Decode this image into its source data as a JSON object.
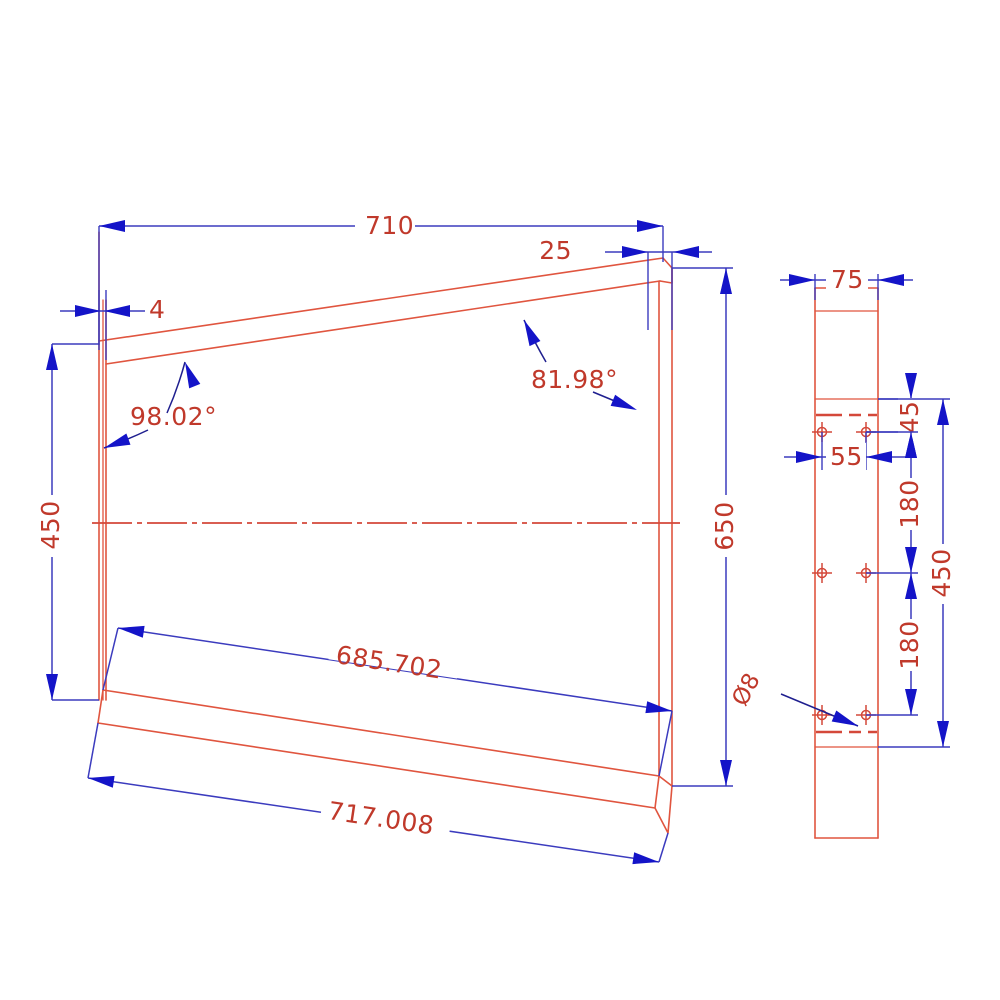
{
  "drawing": {
    "title": "Bracket / Stand Leg Technical Drawing",
    "background_color": "#ffffff",
    "geometry_color": "#e0553f",
    "dimension_color": "#1414c8",
    "text_color": "#c0392b"
  },
  "front_view": {
    "name": "front-elevation-view",
    "dimensions": {
      "top_overall": "710",
      "top_right_offset": "25",
      "top_left_offset": "4",
      "left_height": "450",
      "right_height": "650",
      "lower_inner_length": "685.702",
      "lower_outer_length": "717.008",
      "angle_left": "98.02°",
      "angle_right": "81.98°"
    }
  },
  "side_view": {
    "name": "side-section-view",
    "dimensions": {
      "width": "75",
      "hole_spacing": "55",
      "edge_to_hole": "45",
      "hole_pitch_upper": "180",
      "hole_pitch_lower": "180",
      "hole_span_total": "450",
      "hole_diameter": "Ø8"
    }
  }
}
